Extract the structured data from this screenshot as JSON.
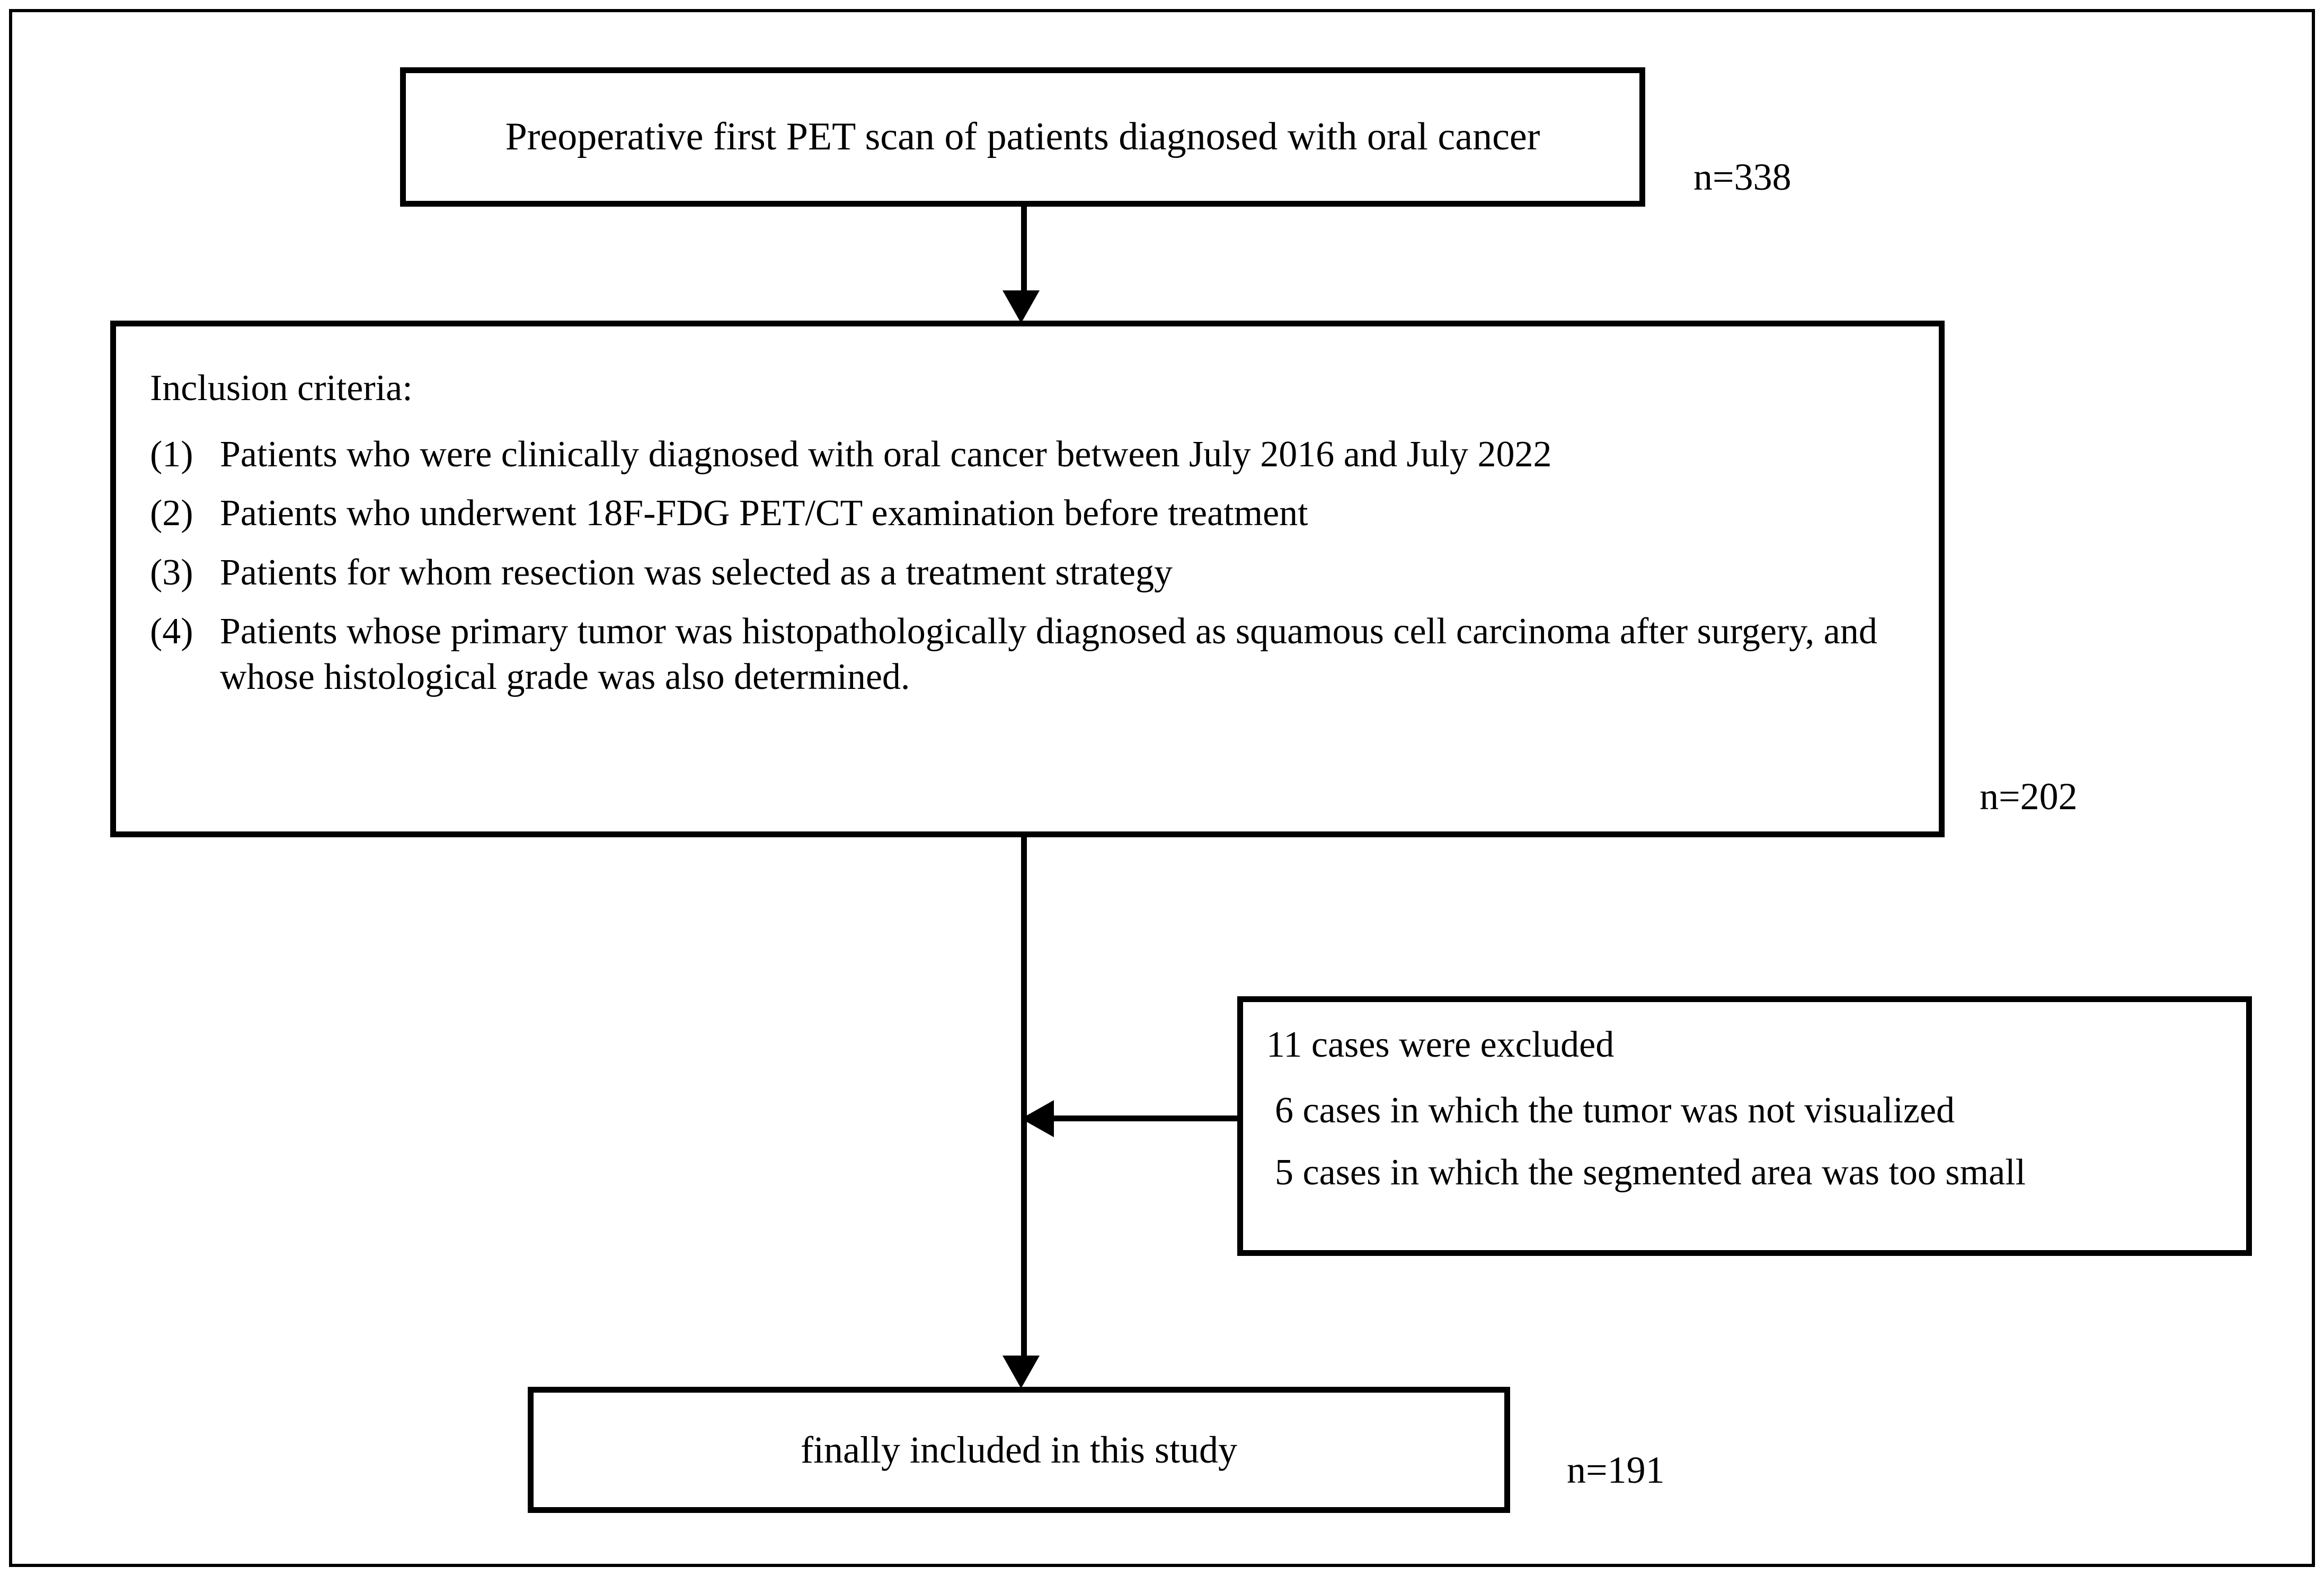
{
  "diagram": {
    "type": "patient-selection-flowchart",
    "source_box": {
      "text": "Preoperative first PET scan of patients diagnosed with oral cancer",
      "count_label": "n=338"
    },
    "inclusion_box": {
      "heading": "Inclusion criteria:",
      "items": [
        {
          "marker": "(1)",
          "text": "Patients who were clinically diagnosed with oral cancer between July 2016 and July 2022"
        },
        {
          "marker": "(2)",
          "text": "Patients who underwent 18F-FDG PET/CT examination before treatment"
        },
        {
          "marker": "(3)",
          "text": "Patients for whom resection was selected as a treatment strategy"
        },
        {
          "marker": "(4)",
          "text": "Patients whose primary tumor was histopathologically diagnosed as squamous cell carcinoma after surgery, and whose histological grade was also determined."
        }
      ],
      "count_label": "n=202"
    },
    "exclusion_box": {
      "summary": "11 cases were excluded",
      "reasons": [
        "6 cases in which the tumor was not visualized",
        "5 cases in which the segmented area was too small"
      ]
    },
    "final_box": {
      "text": "finally included in this study",
      "count_label": "n=191"
    },
    "colors": {
      "stroke": "#000000",
      "background": "#ffffff"
    }
  }
}
